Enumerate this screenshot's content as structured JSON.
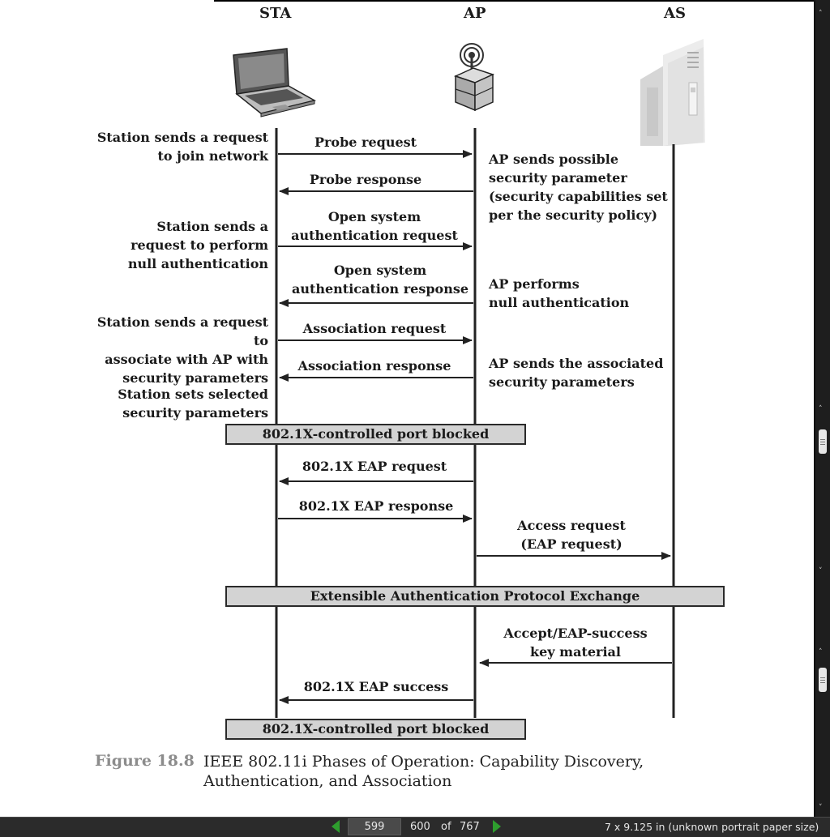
{
  "entities": {
    "sta": "STA",
    "ap": "AP",
    "as": "AS"
  },
  "left_notes": [
    "Station sends a request\nto join network",
    "Station sends a\nrequest to perform\nnull authentication",
    "Station sends a request to\nassociate with AP with\nsecurity parameters",
    "Station sets selected\nsecurity parameters"
  ],
  "right_notes": [
    "AP sends possible\nsecurity parameter\n(security capabilities set\nper the security policy)",
    "AP performs\nnull authentication",
    "AP sends the associated\nsecurity parameters"
  ],
  "messages": [
    "Probe request",
    "Probe response",
    "Open system\nauthentication request",
    "Open system\nauthentication  response",
    "Association request",
    "Association response",
    "802.1X EAP request",
    "802.1X EAP response",
    "Access request\n(EAP request)",
    "Accept/EAP-success\nkey material",
    "802.1X EAP success"
  ],
  "bars": [
    "802.1X-controlled port blocked",
    "Extensible Authentication Protocol Exchange",
    "802.1X-controlled port blocked"
  ],
  "caption": {
    "label": "Figure 18.8",
    "text": "IEEE 802.11i Phases of Operation: Capability Discovery,\nAuthentication, and Association"
  },
  "statusbar": {
    "current_page": "599",
    "next_page": "600",
    "of_label": "of",
    "total_pages": "767",
    "paper_size": "7 x 9.125 in (unknown portrait paper size)"
  },
  "icons": {
    "laptop": "laptop-icon",
    "access_point": "access-point-icon",
    "server": "server-icon",
    "prev": "prev-page-icon",
    "next": "next-page-icon"
  },
  "colors": {
    "nav_arrow": "#2e9e2e",
    "bar_fill": "#d3d3d3"
  }
}
